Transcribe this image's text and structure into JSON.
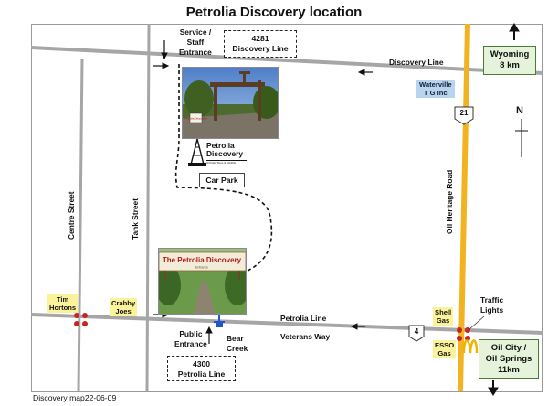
{
  "title": "Petrolia Discovery location",
  "streets": {
    "discovery_line": "Discovery Line",
    "petrolia_line": "Petrolia Line",
    "veterans_way": "Veterans Way",
    "centre_street": "Centre Street",
    "tank_street": "Tank Street",
    "oil_heritage_road": "Oil Heritage Road"
  },
  "shields": {
    "north": "21",
    "south": "4"
  },
  "labels": {
    "service_entrance": [
      "Service /",
      "Staff",
      "Entrance"
    ],
    "address_top": [
      "4281",
      "Discovery Line"
    ],
    "car_park": "Car Park",
    "public_entrance": [
      "Public",
      "Entrance"
    ],
    "bear_creek": [
      "Bear",
      "Creek"
    ],
    "address_bottom": [
      "4300",
      "Petrolia Line"
    ],
    "traffic_lights": [
      "Traffic",
      "Lights"
    ],
    "north_letter": "N",
    "footer": "Discovery map22-06-09"
  },
  "businesses": {
    "waterville": [
      "Waterville",
      "T G Inc"
    ],
    "tim_hortons": [
      "Tim",
      "Hortons"
    ],
    "crabby_joes": [
      "Crabby",
      "Joes"
    ],
    "shell": [
      "Shell",
      "Gas"
    ],
    "esso": [
      "ESSO",
      "Gas"
    ]
  },
  "destinations": {
    "wyoming": [
      "Wyoming",
      "8 km"
    ],
    "oil_city": [
      "Oil City /",
      "Oil Springs",
      "11km"
    ]
  },
  "logo": {
    "name": [
      "Petrolia",
      "Discovery"
    ],
    "tagline": "Oil Field Tours & Exhibits"
  },
  "photo_bottom_sign": {
    "text": "The Petrolia Discovery",
    "subtext": "Entrance"
  },
  "photo_top_sign": "Petrolia Discovery",
  "colors": {
    "road": "#a6a6a6",
    "highway": "#f2b320",
    "route": "#111111",
    "traffic_light": "#cc2222",
    "dest_fill": "#e4f3da",
    "dest_border": "#4b7a37",
    "tag_yellow": "#fbf39a",
    "tag_blue": "#b9d4ee",
    "creek": "#2255cc",
    "mcdonalds": "#f0b400"
  }
}
